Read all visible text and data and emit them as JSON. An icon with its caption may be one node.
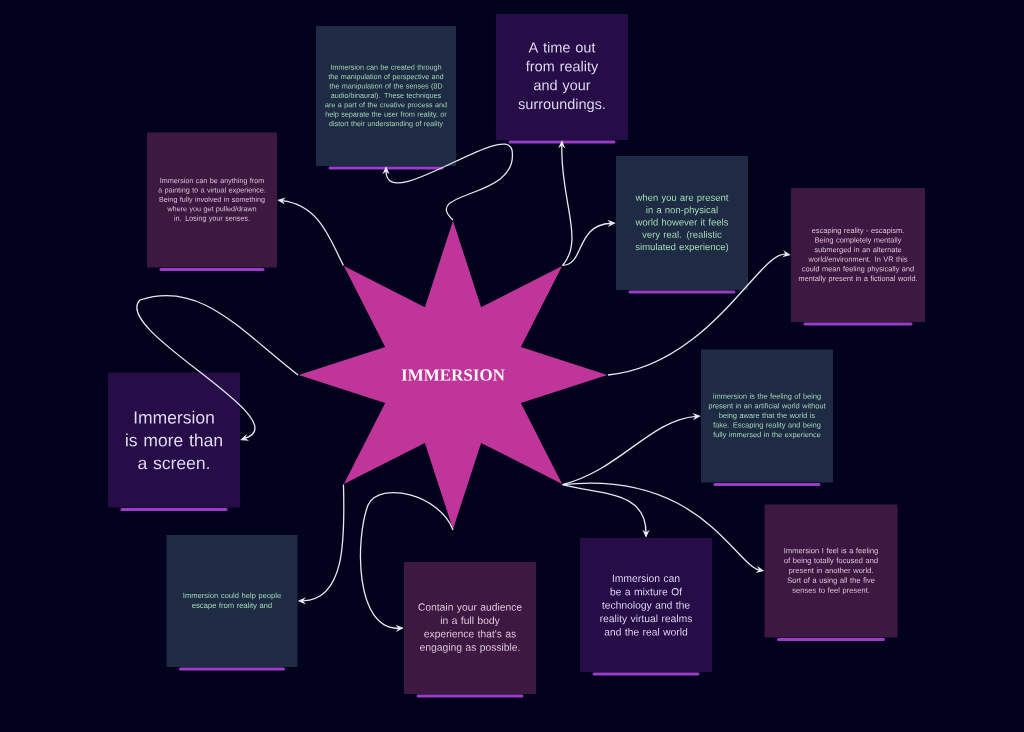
{
  "diagram": {
    "nodes": [
      {
        "text": [
          "IMMERSION"
        ]
      },
      {
        "text": [
          "Immersion can be anything from a painting to a virtual experience. Being fully involved in something where you get pulled/drawn in. Losing your senses."
        ]
      },
      {
        "text": [
          "Immersion can be created through the manipulation of perspective and the manipulation of the senses (8D audio/binaural). These techniques are a part of the creative process and help separate the user from reality, or distort their understanding of reality"
        ]
      },
      {
        "text": [
          "A time out from reality and your surroundings."
        ]
      },
      {
        "text": [
          "when you are present in a non-physical world however it feels very real.  (realistic simulated experience)"
        ]
      },
      {
        "text": [
          "escaping reality - escapism. Being completely mentally submerged in an alternate world/environment. In VR this could mean feeling physically and mentally present in a fictional world."
        ]
      },
      {
        "text": [
          "Immersion is more than a screen."
        ]
      },
      {
        "text": [
          "immersion is the feeling of being present in an artificial world without being aware that the world is fake. Escaping reality and being fully immersed in the experience"
        ]
      },
      {
        "text": [
          "Immersion could help people escape from reality and"
        ]
      },
      {
        "text": [
          "Contain your audience in a full body experience that's as engaging as possible."
        ]
      },
      {
        "text": [
          "Immersion can be a mixture Of technology and the reality virtual realms and the real world"
        ]
      },
      {
        "text": [
          "Immersion I feel is a feeling of being totally focused and present in another world. Sort of a using all the five senses to feel present."
        ]
      }
    ],
    "edges": [
      {
        "from": 0,
        "to": 1,
        "arrow": "to"
      },
      {
        "from": 0,
        "to": 2,
        "arrow": "to"
      },
      {
        "from": 0,
        "to": 3,
        "arrow": "to"
      },
      {
        "from": 0,
        "to": 4,
        "arrow": "to"
      },
      {
        "from": 0,
        "to": 5,
        "arrow": "to"
      },
      {
        "from": 0,
        "to": 6,
        "arrow": "to"
      },
      {
        "from": 0,
        "to": 7,
        "arrow": "to"
      },
      {
        "from": 0,
        "to": 8,
        "arrow": "to"
      },
      {
        "from": 0,
        "to": 9,
        "arrow": "to"
      },
      {
        "from": 0,
        "to": 10,
        "arrow": "to"
      },
      {
        "from": 0,
        "to": 11,
        "arrow": "to"
      }
    ]
  }
}
